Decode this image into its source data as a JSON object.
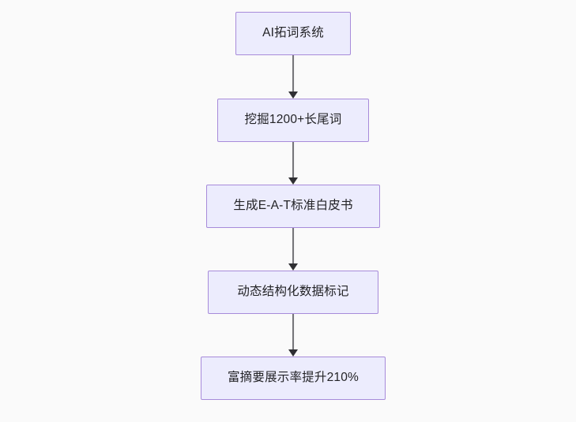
{
  "diagram": {
    "type": "flowchart",
    "orientation": "top-to-bottom",
    "background_color": "#fafafa",
    "node_fill_color": "#ececfd",
    "node_border_color": "#a78bda",
    "node_text_color": "#232326",
    "edge_color": "#76767a",
    "arrowhead_color": "#2f2f33",
    "nodes": [
      {
        "id": "node-0",
        "label": "AI拓词系统"
      },
      {
        "id": "node-1",
        "label": "挖掘1200+长尾词"
      },
      {
        "id": "node-2",
        "label": "生成E-A-T标准白皮书"
      },
      {
        "id": "node-3",
        "label": "动态结构化数据标记"
      },
      {
        "id": "node-4",
        "label": "富摘要展示率提升210%"
      }
    ],
    "edges": [
      {
        "id": "edge-0",
        "from": "node-0",
        "to": "node-1",
        "arrow": "arrowhead-down-icon"
      },
      {
        "id": "edge-1",
        "from": "node-1",
        "to": "node-2",
        "arrow": "arrowhead-down-icon"
      },
      {
        "id": "edge-2",
        "from": "node-2",
        "to": "node-3",
        "arrow": "arrowhead-down-icon"
      },
      {
        "id": "edge-3",
        "from": "node-3",
        "to": "node-4",
        "arrow": "arrowhead-down-icon"
      }
    ]
  }
}
